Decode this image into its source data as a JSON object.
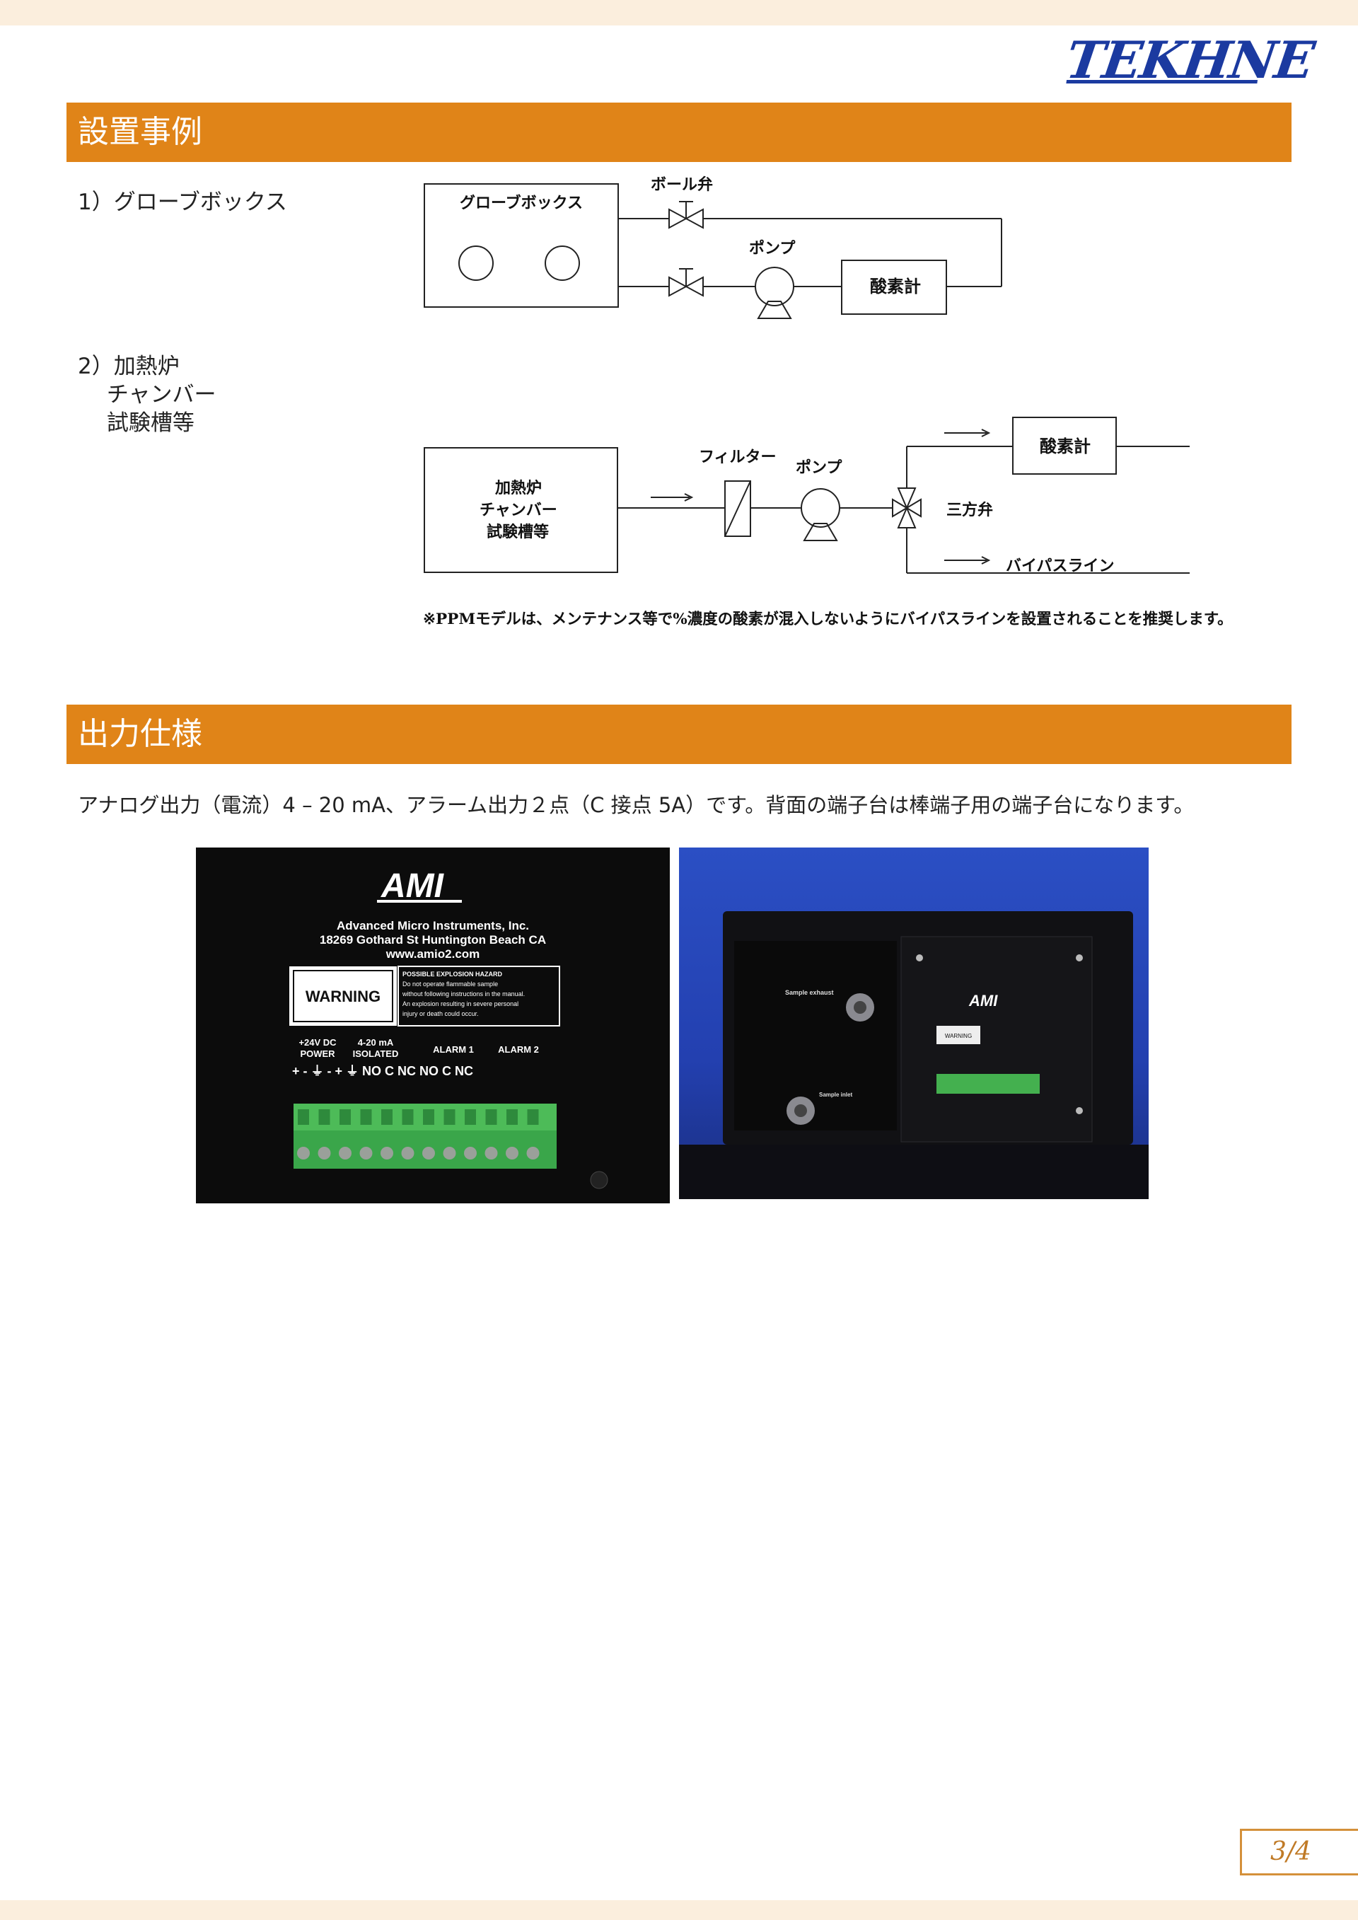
{
  "logo": "TEKHNE",
  "section1": {
    "title": "設置事例"
  },
  "example1": {
    "label": "1）グローブボックス",
    "diagram": {
      "box": "グローブボックス",
      "ball_valve": "ボール弁",
      "pump": "ポンプ",
      "meter": "酸素計"
    }
  },
  "example2": {
    "label": "2）加熱炉\n　 チャンバー\n　 試験槽等",
    "diagram": {
      "furnace_lines": [
        "加熱炉",
        "チャンバー",
        "試験槽等"
      ],
      "filter": "フィルター",
      "pump": "ポンプ",
      "meter": "酸素計",
      "three_way_valve": "三方弁",
      "bypass_line": "バイパスライン"
    }
  },
  "note": "※PPMモデルは、メンテナンス等で%濃度の酸素が混入しないようにバイパスラインを設置されることを推奨します。",
  "section2": {
    "title": "出力仕様",
    "text": "アナログ出力（電流）4 – 20 mA、アラーム出力２点（C 接点 5A）です。背面の端子台は棒端子用の端子台になります。"
  },
  "photo1": {
    "brand": "AMI",
    "company": "Advanced Micro Instruments, Inc.",
    "address": "18269 Gothard St Huntington Beach CA",
    "website": "www.amio2.com",
    "warning": "WARNING",
    "hazard_lines": [
      "POSSIBLE EXPLOSION HAZARD",
      "Do not operate flammable sample",
      "without following instructions in the manual.",
      "An explosion resulting in severe personal",
      "injury or death could occur."
    ],
    "terminals": [
      "+24V DC",
      "POWER",
      "4-20 mA",
      "ISOLATED",
      "ALARM 1",
      "ALARM 2"
    ],
    "pins": "+  -  ⏚   -  +  ⏚ NO  C  NC NO  C  NC"
  },
  "photo2": {
    "sample_exhaust": "Sample exhaust",
    "sample_inlet": "Sample inlet",
    "brand": "AMI",
    "warning": "WARNING"
  },
  "page_number": "3/4",
  "colors": {
    "section_bar": "#e08418",
    "logo": "#1b3aa0",
    "strip": "#fbeedd"
  }
}
